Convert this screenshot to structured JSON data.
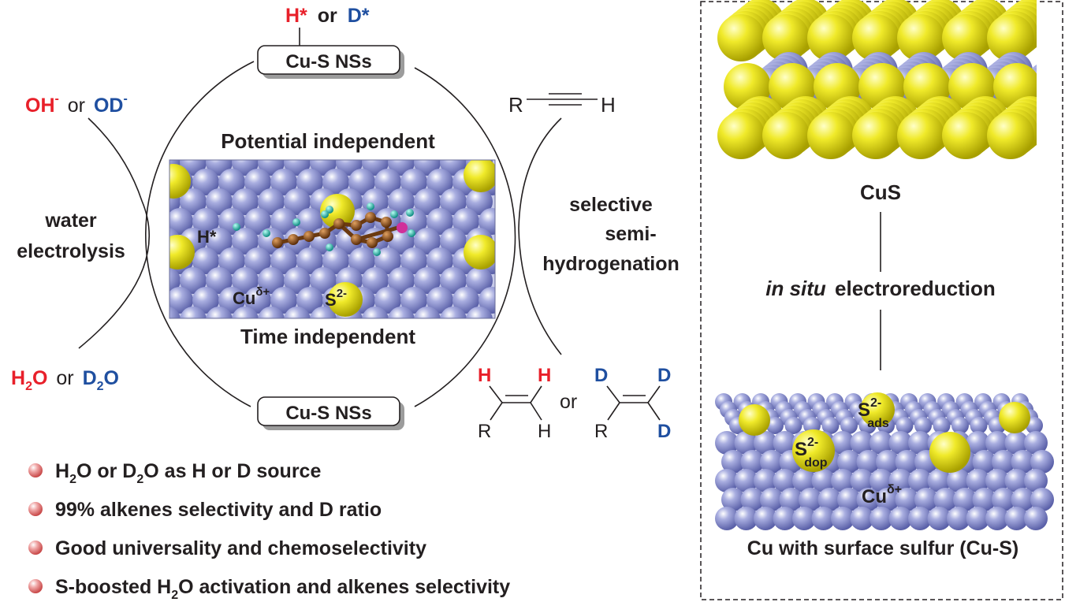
{
  "colors": {
    "hydrogen_red": "#e8202a",
    "deuterium_blue": "#1f4fa0",
    "copper_atom": "#7f86c6",
    "sulfur_atom": "#e8e21a",
    "carbon_atom": "#8a4a14",
    "h_atom": "#19b6a7",
    "terminal_atom": "#d0309a",
    "bullet": "#e98a8a"
  },
  "cycle": {
    "top_product": {
      "h": "H*",
      "or": "or",
      "d": "D*"
    },
    "catalyst_top": "Cu-S NSs",
    "catalyst_bottom": "Cu-S NSs",
    "byproduct": {
      "oh": "OH",
      "oh_sup": "-",
      "or": "or",
      "od": "OD",
      "od_sup": "-"
    },
    "water_label_1": "water",
    "water_label_2": "electrolysis",
    "reactant_water": {
      "h": "H",
      "h_sub": "2",
      "h_o": "O",
      "or": "or",
      "d": "D",
      "d_sub": "2",
      "d_o": "O"
    },
    "potential": "Potential independent",
    "time": "Time independent",
    "selective_1": "selective",
    "selective_2": "semi-",
    "selective_3": "hydrogenation",
    "alkyne": {
      "r": "R",
      "h": "H"
    },
    "alkene_h": {
      "h1": "H",
      "h2": "H",
      "r": "R",
      "h3": "H"
    },
    "alkene_or": "or",
    "alkene_d": {
      "d1": "D",
      "d2": "D",
      "r": "R",
      "d3": "D"
    }
  },
  "inset": {
    "h_label": "H*",
    "cu_label": "Cu",
    "cu_sup": "δ+",
    "s_label": "S",
    "s_sup": "2-"
  },
  "right_panel": {
    "cus_label": "CuS",
    "step_italic": "in situ",
    "step_rest": "electroreduction",
    "s_ads": {
      "base": "S",
      "sup": "2-",
      "sub": "ads"
    },
    "s_dop": {
      "base": "S",
      "sup": "2-",
      "sub": "dop"
    },
    "cu": {
      "base": "Cu",
      "sup": "δ+"
    },
    "caption": "Cu with surface sulfur (Cu-S)"
  },
  "bullets": [
    {
      "parts": [
        "H",
        "2",
        "O or D",
        "2",
        "O as H or D source"
      ]
    },
    {
      "parts": [
        "99% alkenes selectivity and D ratio"
      ]
    },
    {
      "parts": [
        "Good universality and chemoselectivity"
      ]
    },
    {
      "parts": [
        "S-boosted H",
        "2",
        "O activation and alkenes selectivity"
      ]
    }
  ]
}
